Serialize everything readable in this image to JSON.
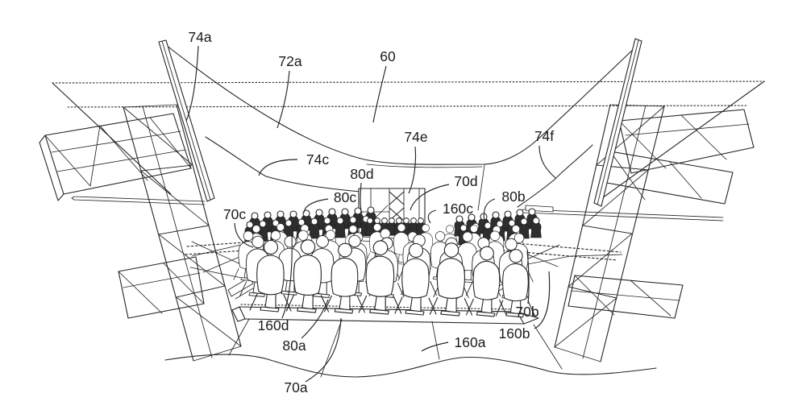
{
  "figure": {
    "description": "Patent-style line drawing of a panoramic theater attraction: tiered motion-base audience seating platform surrounded by a curved projection screen, flanking lattice truss towers with rigging wings, and reference numerals with leader lines",
    "paper_color": "#ffffff",
    "ink_color": "#222222",
    "labels": [
      {
        "id": "74a",
        "text": "74a"
      },
      {
        "id": "72a",
        "text": "72a"
      },
      {
        "id": "60",
        "text": "60"
      },
      {
        "id": "74c",
        "text": "74c"
      },
      {
        "id": "74e",
        "text": "74e"
      },
      {
        "id": "74f",
        "text": "74f"
      },
      {
        "id": "80d",
        "text": "80d"
      },
      {
        "id": "80c",
        "text": "80c"
      },
      {
        "id": "70d",
        "text": "70d"
      },
      {
        "id": "160c",
        "text": "160c"
      },
      {
        "id": "80b",
        "text": "80b"
      },
      {
        "id": "70c",
        "text": "70c"
      },
      {
        "id": "160d",
        "text": "160d"
      },
      {
        "id": "80a",
        "text": "80a"
      },
      {
        "id": "70a",
        "text": "70a"
      },
      {
        "id": "160a",
        "text": "160a"
      },
      {
        "id": "70b",
        "text": "70b"
      },
      {
        "id": "160b",
        "text": "160b"
      }
    ]
  }
}
